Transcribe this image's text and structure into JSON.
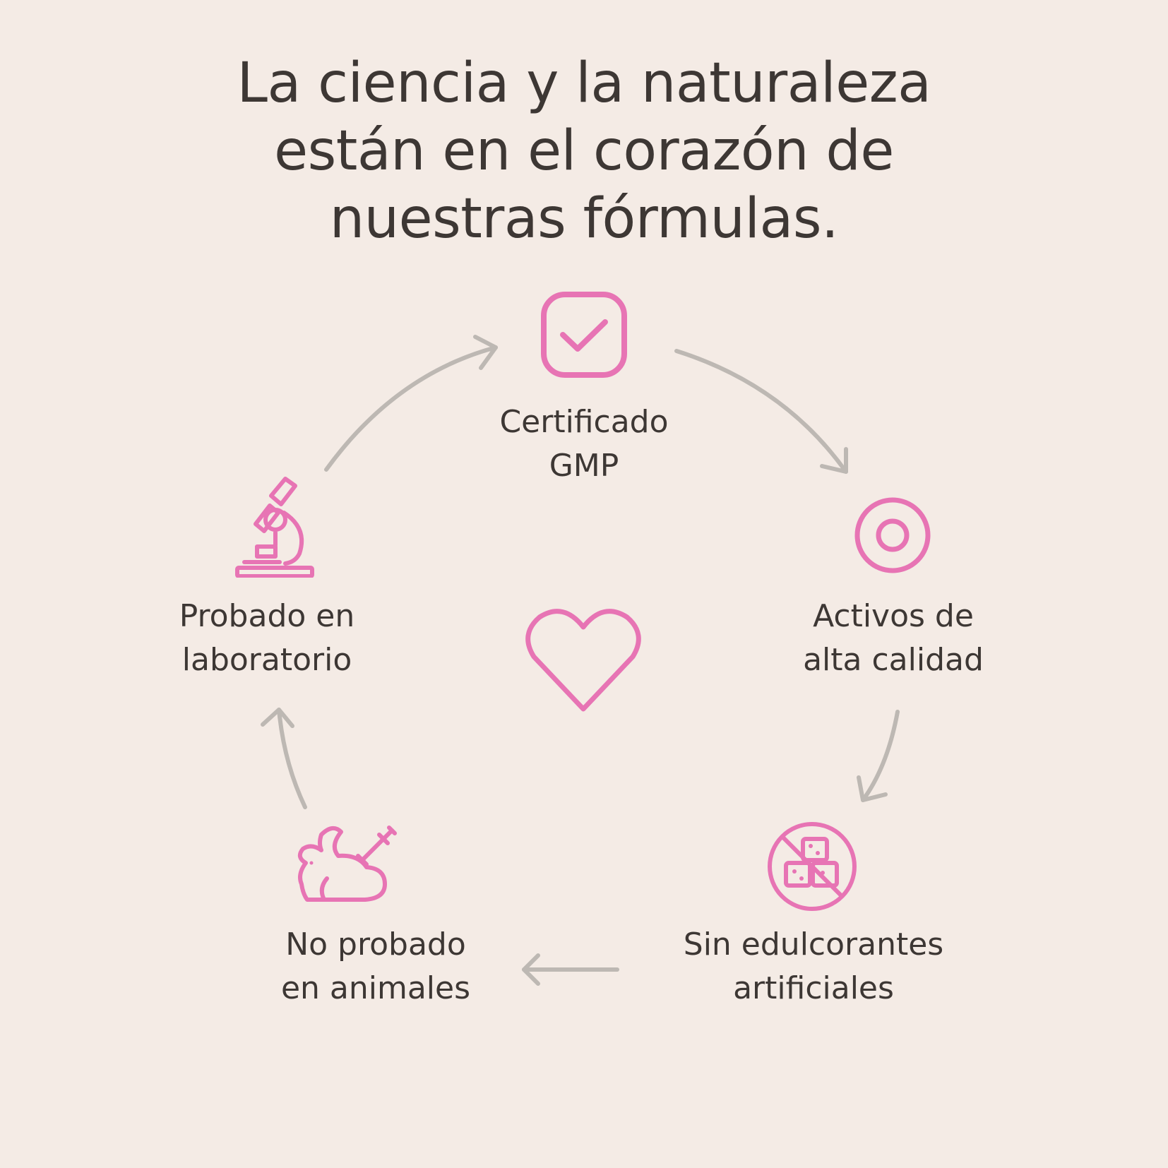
{
  "title": {
    "line1": "La ciencia y la naturaleza",
    "line2": "están en el corazón de",
    "line3": "nuestras fórmulas."
  },
  "colors": {
    "background": "#f4ebe5",
    "text": "#3d3734",
    "icon": "#e774b4",
    "arrow": "#bdb8b3"
  },
  "nodes": [
    {
      "id": "gmp",
      "icon": "check-square-icon",
      "line1": "Certificado",
      "line2": "GMP"
    },
    {
      "id": "activos",
      "icon": "flower-icon",
      "line1": "Activos de",
      "line2": "alta calidad"
    },
    {
      "id": "sin-edulcorantes",
      "icon": "no-sugar-cubes-icon",
      "line1": "Sin edulcorantes",
      "line2": "artificiales"
    },
    {
      "id": "no-probado",
      "icon": "rabbit-syringe-icon",
      "line1": "No probado",
      "line2": "en animales"
    },
    {
      "id": "laboratorio",
      "icon": "microscope-icon",
      "line1": "Probado en",
      "line2": "laboratorio"
    }
  ],
  "center_icon": "heart-icon"
}
